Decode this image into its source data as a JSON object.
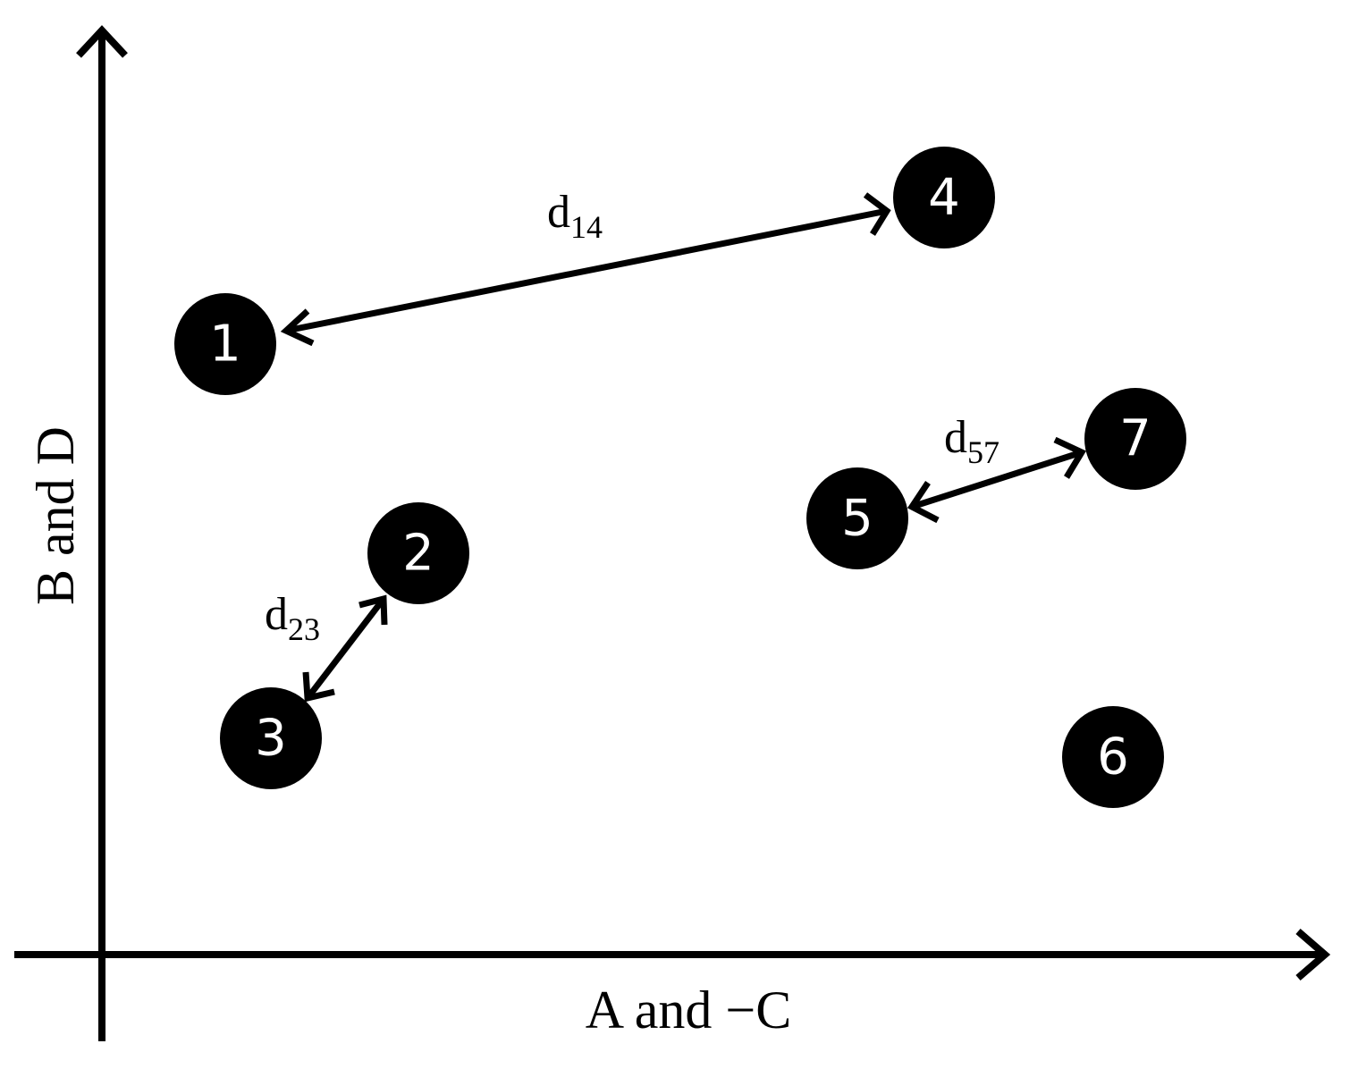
{
  "x_axis_label": "A and −C",
  "y_axis_label": "B and D",
  "nodes": [
    {
      "label": "1"
    },
    {
      "label": "2"
    },
    {
      "label": "3"
    },
    {
      "label": "4"
    },
    {
      "label": "5"
    },
    {
      "label": "6"
    },
    {
      "label": "7"
    }
  ],
  "distances": [
    {
      "main": "d",
      "sub": "14"
    },
    {
      "main": "d",
      "sub": "23"
    },
    {
      "main": "d",
      "sub": "57"
    }
  ]
}
